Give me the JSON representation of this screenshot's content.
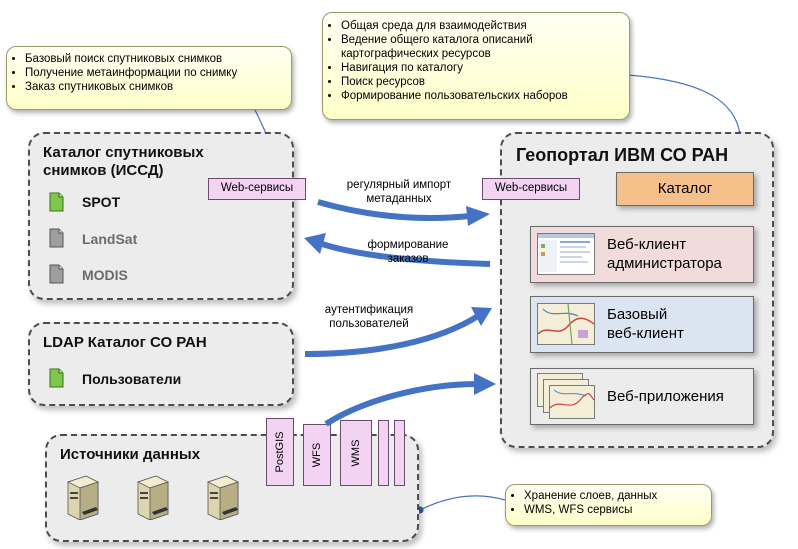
{
  "top_note": {
    "items": [
      "Общая среда для взаимодействия",
      "Ведение общего каталога описаний",
      "картографических ресурсов",
      "Навигация по каталогу",
      "Поиск ресурсов",
      "Формирование пользовательских наборов"
    ]
  },
  "left_note": {
    "items": [
      "Базовый поиск спутниковых снимков",
      "Получение метаинформации по снимку",
      "Заказ спутниковых снимков"
    ]
  },
  "bottom_note": {
    "items": [
      "Хранение слоев, данных",
      "WMS, WFS сервисы"
    ]
  },
  "sat_catalog": {
    "title_line1": "Каталог спутниковых",
    "title_line2": "снимков (ИССД)",
    "web_services": "Web-сервисы",
    "items": [
      {
        "label": "SPOT",
        "color": "#7ec850"
      },
      {
        "label": "LandSat",
        "color": "#9e9e9e"
      },
      {
        "label": "MODIS",
        "color": "#9e9e9e"
      }
    ]
  },
  "ldap": {
    "title": "LDAP Каталог СО РАН",
    "item": "Пользователи"
  },
  "sources": {
    "title": "Источники данных",
    "services": [
      "PostGIS",
      "WFS",
      "WMS"
    ]
  },
  "geoportal": {
    "title": "Геопортал ИВМ СО РАН",
    "web_services": "Web-сервисы",
    "catalog": "Каталог",
    "admin_client_line1": "Веб-клиент",
    "admin_client_line2": "администратора",
    "base_client_line1": "Базовый",
    "base_client_line2": "веб-клиент",
    "apps": "Веб-приложения"
  },
  "arrows": {
    "import_line1": "регулярный импорт",
    "import_line2": "метаданных",
    "orders_line1": "формирование",
    "orders_line2": "заказов",
    "auth_line1": "аутентификация",
    "auth_line2": "пользователей"
  },
  "colors": {
    "arrow": "#4472c4",
    "catalog_fill": "#f6c08a",
    "admin_fill": "#f2dcdb",
    "client_fill": "#dbe5f1",
    "apps_fill": "#ececec",
    "web_services_fill": "#f2d4f2"
  }
}
